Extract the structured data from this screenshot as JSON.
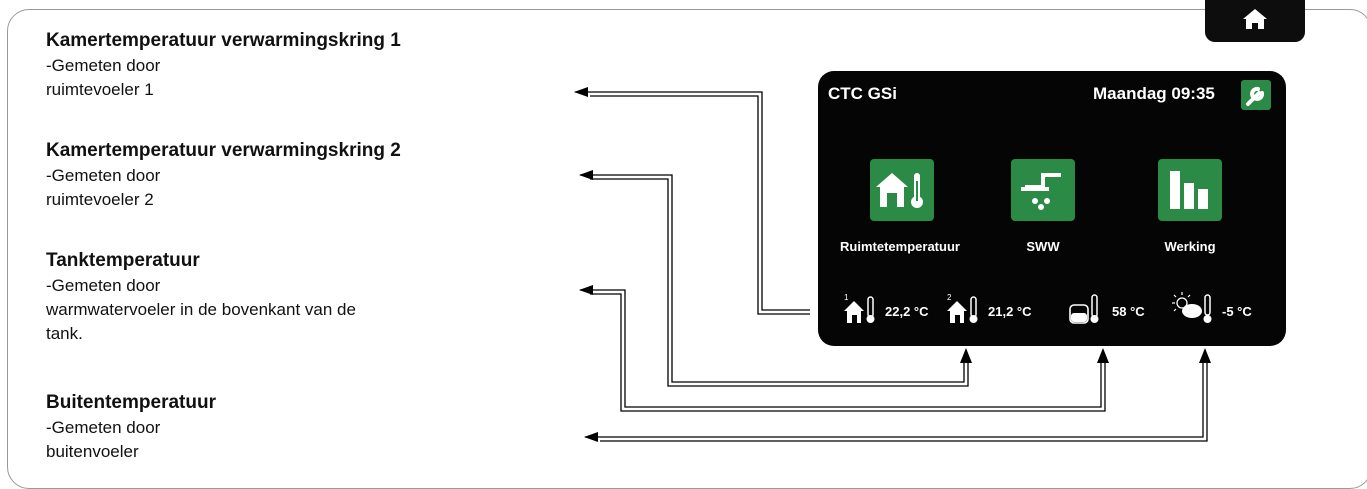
{
  "descriptions": [
    {
      "title": "Kamertemperatuur verwarmingskring 1",
      "lines": [
        "-Gemeten door",
        "ruimtevoeler 1"
      ]
    },
    {
      "title": "Kamertemperatuur verwarmingskring 2",
      "lines": [
        "-Gemeten door",
        "ruimtevoeler 2"
      ]
    },
    {
      "title": "Tanktemperatuur",
      "lines": [
        "-Gemeten door",
        "warmwatervoeler in de bovenkant van de",
        "tank."
      ]
    },
    {
      "title": "Buitentemperatuur",
      "lines": [
        "-Gemeten door",
        "buitenvoeler"
      ]
    }
  ],
  "screen": {
    "title": "CTC GSi",
    "datetime": "Maandag 09:35",
    "tiles": [
      {
        "label": "Ruimtetemperatuur",
        "icon": "house-thermometer-icon"
      },
      {
        "label": "SWW",
        "icon": "shower-icon"
      },
      {
        "label": "Werking",
        "icon": "bar-chart-icon"
      }
    ],
    "readings": [
      {
        "index": "1",
        "value": "22,2 °C",
        "icon": "house-thermometer-icon"
      },
      {
        "index": "2",
        "value": "21,2 °C",
        "icon": "house-thermometer-icon"
      },
      {
        "index": "",
        "value": "58 °C",
        "icon": "tank-thermometer-icon"
      },
      {
        "index": "",
        "value": "-5 °C",
        "icon": "sun-cloud-thermometer-icon"
      }
    ]
  },
  "colors": {
    "accent": "#2b8a45",
    "screen_bg": "#050505"
  }
}
